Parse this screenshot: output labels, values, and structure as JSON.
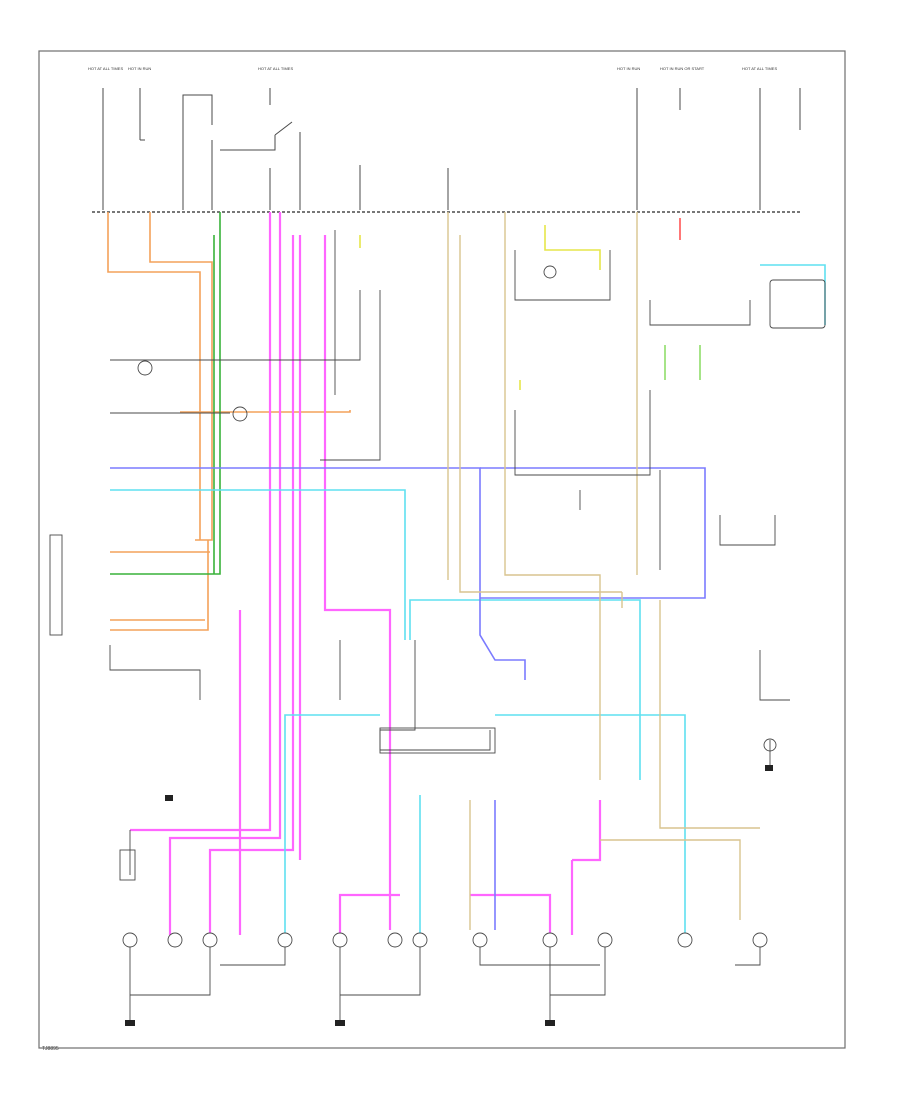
{
  "colors": {
    "frame": "#6e6e6e",
    "wire_black": "#4a4a4a",
    "wire_orange": "#f4a25a",
    "wire_green": "#39b23a",
    "wire_pink": "#ff66ff",
    "wire_cyan": "#5fe0f0",
    "wire_blue": "#7b7bff",
    "wire_yellow": "#e6e64a",
    "wire_tan": "#d9c48f",
    "wire_lightgreen": "#8fdd6b",
    "wire_red": "#ff5555"
  },
  "fuse_block_labels": [
    "HOT AT ALL TIMES",
    "HOT IN RUN",
    "HOT AT ALL TIMES",
    "HOT IN RUN",
    "HOT IN RUN OR START",
    "HOT AT ALL TIMES"
  ],
  "footer_code": "TJ8895"
}
